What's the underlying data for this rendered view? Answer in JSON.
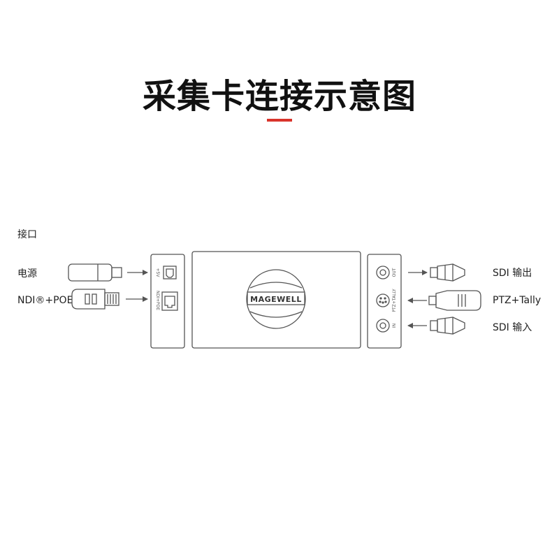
{
  "title": "采集卡连接示意图",
  "colors": {
    "accent": "#d9342b",
    "line": "#555555"
  },
  "left_panel": {
    "heading": "接口",
    "connections": [
      {
        "label": "电源",
        "port_text": "+5V",
        "connector_icon": "usb-b-plug-icon",
        "port_icon": "usb-b-port-icon"
      },
      {
        "label": "NDI®+POE",
        "port_text": "NDI+POE",
        "connector_icon": "rj45-plug-icon",
        "port_icon": "rj45-port-icon"
      }
    ]
  },
  "device": {
    "brand": "MAGEWELL",
    "logo_icon": "magewell-logo-icon"
  },
  "right_panel": {
    "connections": [
      {
        "label": "SDI 输出",
        "port_text": "OUT",
        "connector_icon": "bnc-plug-icon",
        "port_icon": "bnc-port-icon",
        "arrow_direction": "out"
      },
      {
        "label": "PTZ+Tally",
        "port_text": "PTZ+TALLY",
        "connector_icon": "mini-din-plug-icon",
        "port_icon": "mini-din-port-icon",
        "arrow_direction": "in"
      },
      {
        "label": "SDI 输入",
        "port_text": "IN",
        "connector_icon": "bnc-plug-icon",
        "port_icon": "bnc-port-icon",
        "arrow_direction": "in"
      }
    ]
  }
}
